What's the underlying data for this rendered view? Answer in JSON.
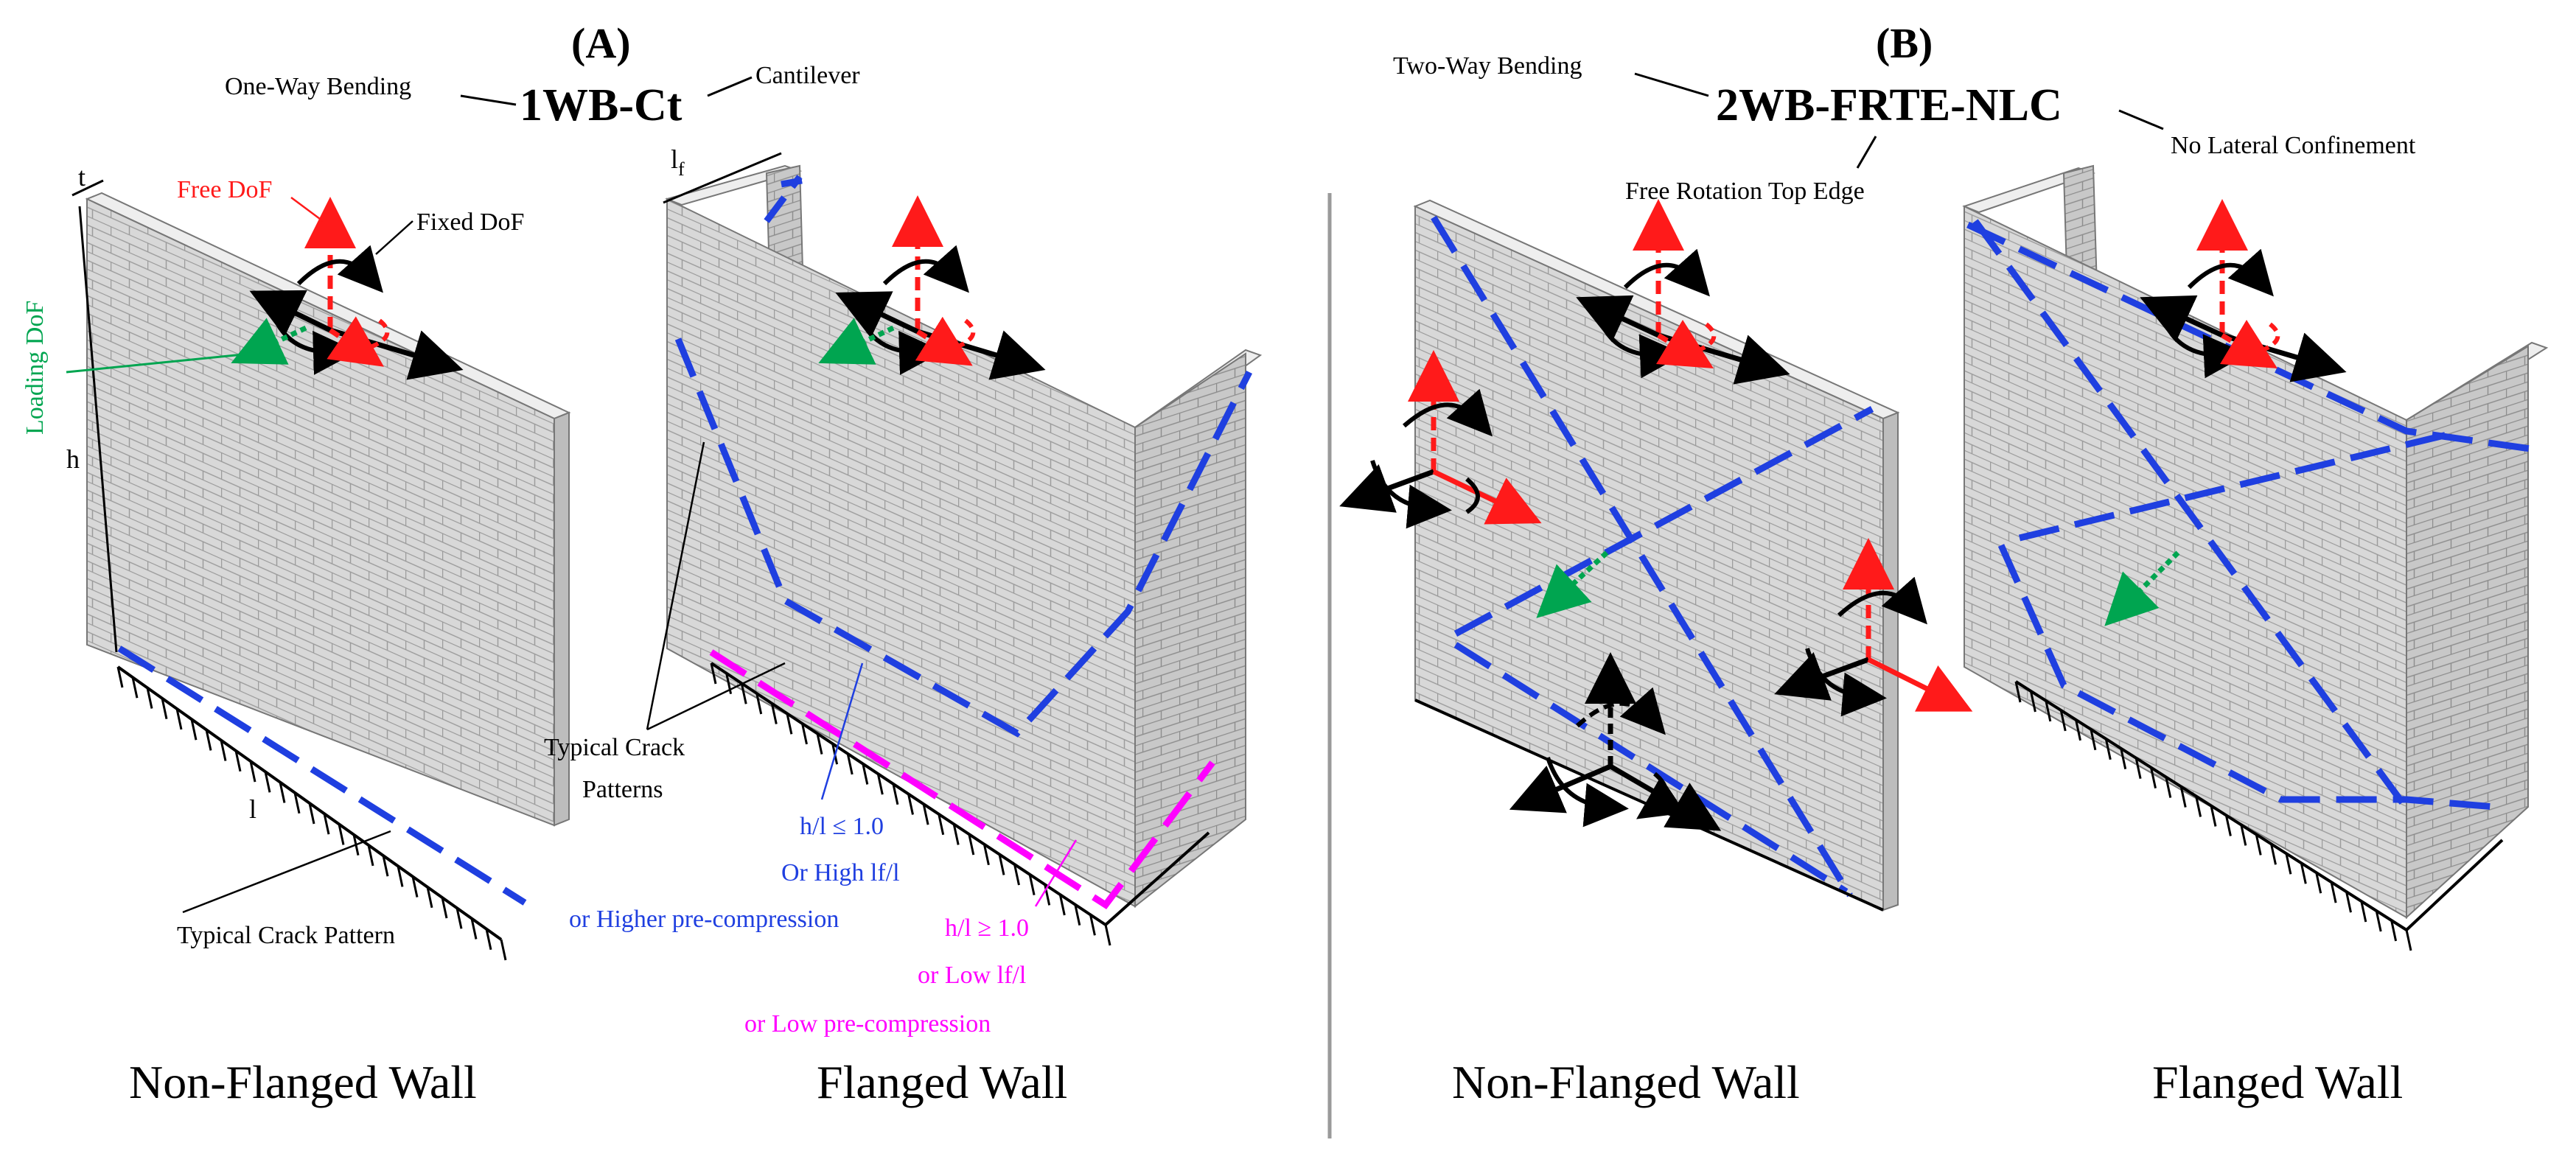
{
  "panel_a": {
    "label": "(A)",
    "code": "1WB-Ct",
    "left_note": "One-Way Bending",
    "right_note": "Cantilever",
    "free_dof": "Free DoF",
    "fixed_dof": "Fixed DoF",
    "loading_dof": "Loading DoF",
    "dim_t": "t",
    "dim_h": "h",
    "dim_l": "l",
    "dim_lf": "lf",
    "crack_single": "Typical Crack Pattern",
    "crack_plural_1": "Typical Crack",
    "crack_plural_2": "Patterns",
    "blue_note_1": "h/l ≤ 1.0",
    "blue_note_2": "Or High lf/l",
    "blue_note_3": "or Higher pre-compression",
    "magenta_note_1": "h/l ≥ 1.0",
    "magenta_note_2": "or Low lf/l",
    "magenta_note_3": "or Low pre-compression",
    "caption_left": "Non-Flanged Wall",
    "caption_right": "Flanged Wall"
  },
  "panel_b": {
    "label": "(B)",
    "code": "2WB-FRTE-NLC",
    "left_note": "Two-Way Bending",
    "bottom_note": "Free Rotation Top Edge",
    "right_note": "No Lateral Confinement",
    "caption_left": "Non-Flanged Wall",
    "caption_right": "Flanged Wall"
  },
  "colors": {
    "free": "#ff1a1a",
    "fixed": "#000000",
    "loading": "#00a550",
    "crack_blue": "#1f3fe0",
    "crack_magenta": "#ff00ff",
    "brick_face": "#d8d8d8",
    "brick_top": "#eeeeee",
    "brick_side": "#bdbdbd",
    "divider": "#9a9a9a"
  }
}
